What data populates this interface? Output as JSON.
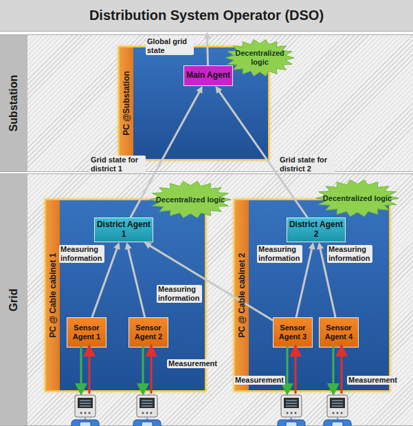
{
  "diagram": {
    "nodes": [
      {
        "text": [
          "Distribution System Operator (DSO)"
        ]
      },
      {
        "text": [
          "Substation"
        ]
      },
      {
        "text": [
          "PC @Substation"
        ],
        "in": 1
      },
      {
        "text": [
          "Main Agent"
        ],
        "in": 2
      },
      {
        "text": [
          "Decentralized logic"
        ],
        "in": 1
      },
      {
        "text": [
          "Grid"
        ]
      },
      {
        "text": [
          "PC @ Cable cabinet 1"
        ],
        "in": 5
      },
      {
        "text": [
          "District Agent 1"
        ],
        "in": 6
      },
      {
        "text": [
          "Sensor Agent 1"
        ],
        "in": 6
      },
      {
        "text": [
          "Sensor Agent 2"
        ],
        "in": 6
      },
      {
        "text": [
          "Decentralized logic"
        ],
        "in": 5
      },
      {
        "text": [
          "PC @ Cable cabinet 2"
        ],
        "in": 5
      },
      {
        "text": [
          "District Agent 2"
        ],
        "in": 11
      },
      {
        "text": [
          "Sensor Agent 3"
        ],
        "in": 11
      },
      {
        "text": [
          "Sensor Agent 4"
        ],
        "in": 11
      },
      {
        "text": [
          "Decentralized logic"
        ],
        "in": 5
      }
    ],
    "edges": [
      {
        "from": 3,
        "to": 0,
        "arrow": "to",
        "label": "Global grid state"
      },
      {
        "from": 7,
        "to": 3,
        "arrow": "to",
        "label": "Grid state for district 1"
      },
      {
        "from": 12,
        "to": 3,
        "arrow": "to",
        "label": "Grid state for district 2"
      },
      {
        "from": 8,
        "to": 7,
        "arrow": "to",
        "label": "Measuring information"
      },
      {
        "from": 9,
        "to": 7,
        "arrow": "to"
      },
      {
        "from": 13,
        "to": 7,
        "arrow": "to",
        "label": "Measuring information"
      },
      {
        "from": 13,
        "to": 12,
        "arrow": "to",
        "label": "Measuring information"
      },
      {
        "from": 14,
        "to": 12,
        "arrow": "to",
        "label": "Measuring information"
      }
    ],
    "labels": [
      "Measurement",
      "Measurement",
      "Measurement"
    ]
  }
}
